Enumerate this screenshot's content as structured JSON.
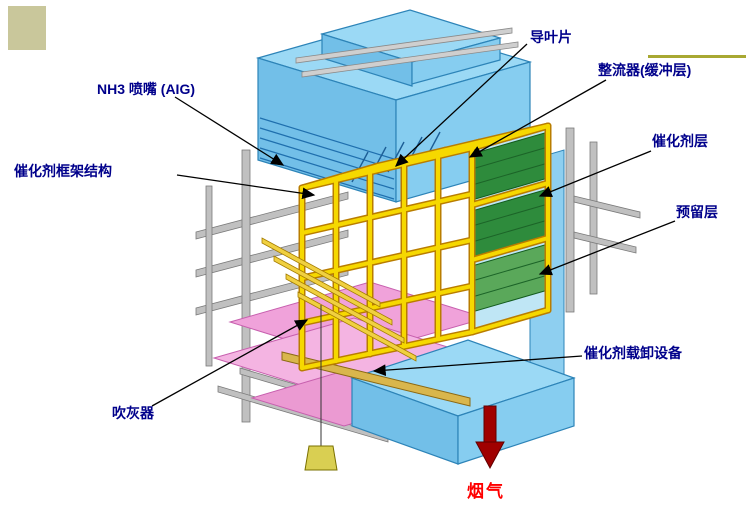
{
  "slide": {
    "background": "#ffffff",
    "corner_square_color": "#c9c79b",
    "top_rule_color": "#a8a832"
  },
  "palette": {
    "label_color": "#00008b",
    "flue_gas_text_color": "#ff0000",
    "duct_blue_top": "#9bd9f5",
    "duct_blue_left": "#72bfe8",
    "duct_blue_right": "#86cdf0",
    "duct_edge": "#2d84b8",
    "frame_yellow": "#f6d800",
    "frame_outline": "#b97d00",
    "catalyst_green": "#2e8b3c",
    "reserved_green": "#5aa85a",
    "platform_pink": "#f0a2da",
    "steel_gray": "#c0c0c0",
    "monorail_tan": "#d9b64c",
    "flue_arrow_red": "#a00000"
  },
  "labels": {
    "guide_vane": "导叶片",
    "rectifier": "整流器(缓冲层)",
    "nh3_nozzle": "NH3 喷嘴 (AIG)",
    "catalyst_frame": "催化剂框架结构",
    "catalyst_layer": "催化剂层",
    "reserved_layer": "预留层",
    "catalyst_handling": "催化剂载卸设备",
    "soot_blower": "吹灰器",
    "flue_gas": "烟气"
  }
}
